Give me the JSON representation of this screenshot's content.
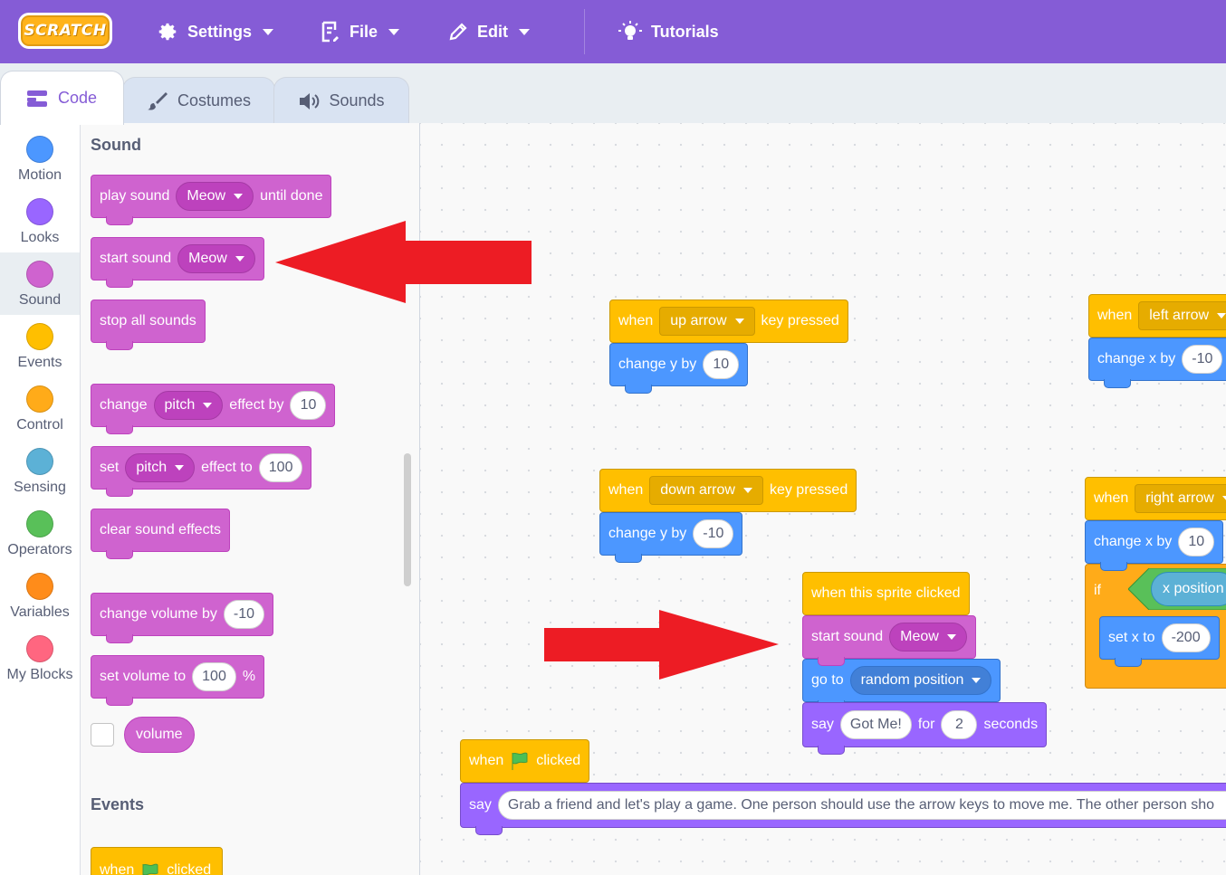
{
  "menubar": {
    "logo_text": "SCRATCH",
    "settings_label": "Settings",
    "file_label": "File",
    "edit_label": "Edit",
    "tutorials_label": "Tutorials"
  },
  "tabs": {
    "code": "Code",
    "costumes": "Costumes",
    "sounds": "Sounds"
  },
  "categories": [
    {
      "label": "Motion",
      "color": "#4c97ff"
    },
    {
      "label": "Looks",
      "color": "#9966ff"
    },
    {
      "label": "Sound",
      "color": "#cf63cf"
    },
    {
      "label": "Events",
      "color": "#ffbf00"
    },
    {
      "label": "Control",
      "color": "#ffab19"
    },
    {
      "label": "Sensing",
      "color": "#5cb1d6"
    },
    {
      "label": "Operators",
      "color": "#59c059"
    },
    {
      "label": "Variables",
      "color": "#ff8c1a"
    },
    {
      "label": "My Blocks",
      "color": "#ff6680"
    }
  ],
  "palette": {
    "sound_heading": "Sound",
    "events_heading": "Events",
    "play_sound": {
      "t1": "play sound",
      "drop": "Meow",
      "t2": "until done"
    },
    "start_sound": {
      "t1": "start sound",
      "drop": "Meow"
    },
    "stop_all": "stop all sounds",
    "change_effect": {
      "t1": "change",
      "drop": "pitch",
      "t2": "effect by",
      "val": "10"
    },
    "set_effect": {
      "t1": "set",
      "drop": "pitch",
      "t2": "effect to",
      "val": "100"
    },
    "clear_effects": "clear sound effects",
    "change_volume": {
      "t1": "change volume by",
      "val": "-10"
    },
    "set_volume": {
      "t1": "set volume to",
      "val": "100",
      "t2": "%"
    },
    "volume_reporter": "volume",
    "when_flag": {
      "t1": "when",
      "t2": "clicked"
    }
  },
  "code": {
    "up_script": {
      "when": "when",
      "key": "up arrow",
      "pressed": "key pressed",
      "change": "change y by",
      "val": "10"
    },
    "down_script": {
      "when": "when",
      "key": "down arrow",
      "pressed": "key pressed",
      "change": "change y by",
      "val": "-10"
    },
    "left_script": {
      "when": "when",
      "key": "left arrow",
      "change": "change x by",
      "val": "-10"
    },
    "right_script": {
      "when": "when",
      "key": "right arrow",
      "change": "change x by",
      "val": "10",
      "if": "if",
      "cond": "x position",
      "setx": "set x to",
      "setval": "-200"
    },
    "sprite_script": {
      "hat": "when this sprite clicked",
      "start": "start sound",
      "drop": "Meow",
      "goto": "go to",
      "goto_drop": "random position",
      "say": "say",
      "say_text": "Got Me!",
      "for": "for",
      "secs_val": "2",
      "seconds": "seconds"
    },
    "flag_script": {
      "when": "when",
      "clicked": "clicked",
      "say": "say",
      "say_text": "Grab a friend and let's play a game. One person should use the arrow keys to move me. The other person sho"
    }
  },
  "colors": {
    "menubar": "#855cd6",
    "arrow_red": "#ed1c24"
  }
}
